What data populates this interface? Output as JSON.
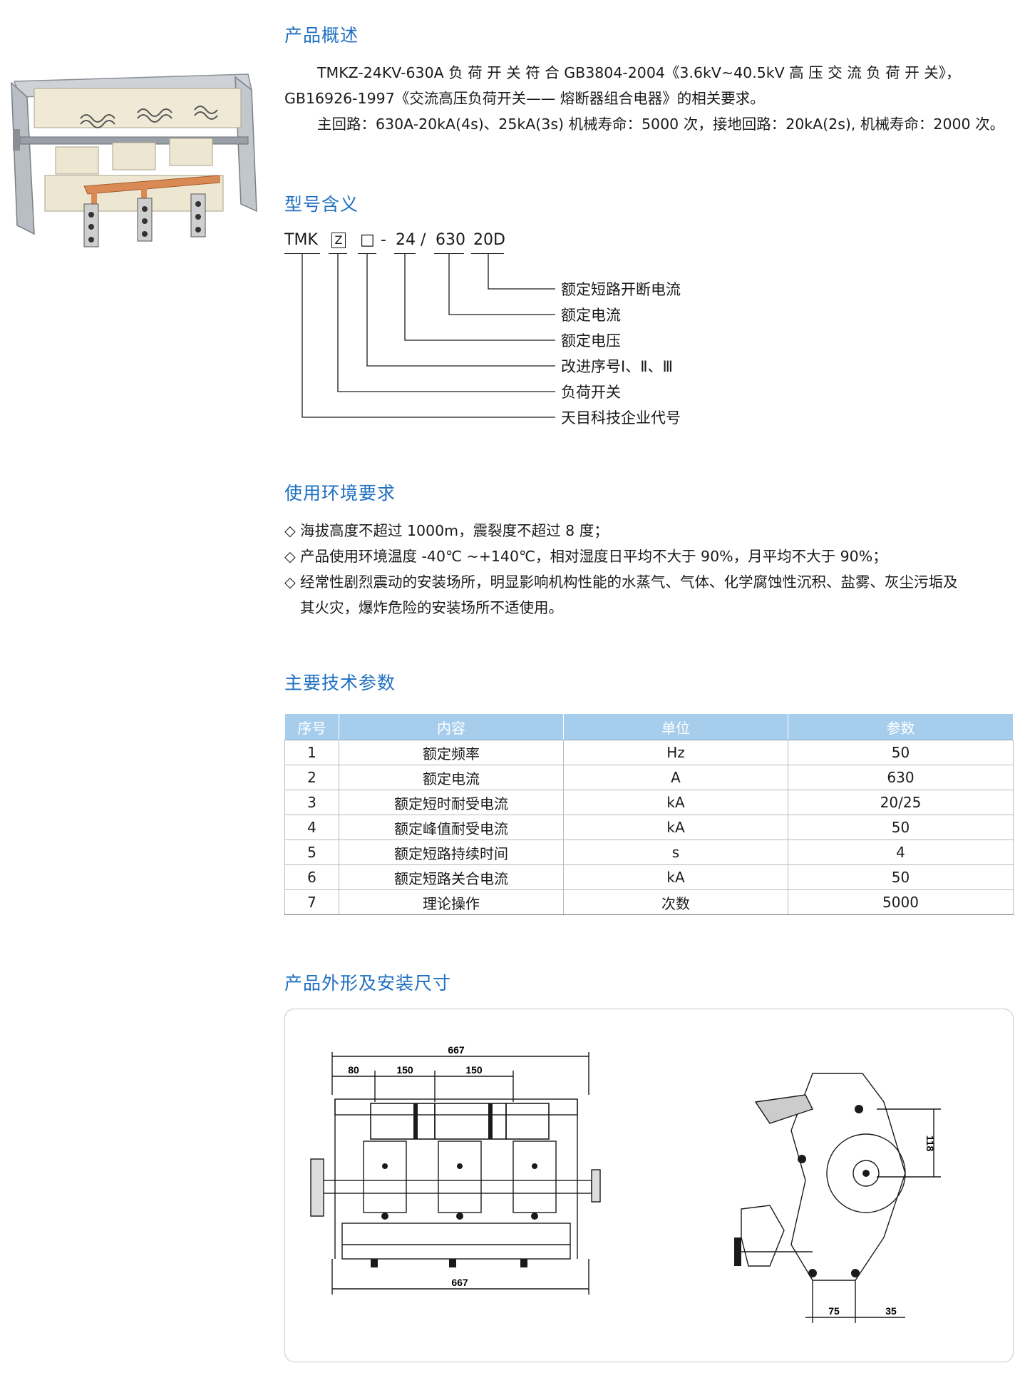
{
  "sections": {
    "overview_title": "产品概述",
    "model_title": "型号含义",
    "env_title": "使用环境要求",
    "params_title": "主要技术参数",
    "outline_title": "产品外形及安装尺寸"
  },
  "overview": {
    "line1": "TMKZ-24KV-630A 负 荷 开 关 符 合 GB3804-2004《3.6kV~40.5kV  高 压 交 流 负 荷 开 关》，",
    "line2": "GB16926-1997《交流高压负荷开关—— 熔断器组合电器》的相关要求。",
    "line3": "主回路：630A-20kA(4s)、25kA(3s) 机械寿命：5000 次，接地回路：20kA(2s), 机械寿命：2000 次。"
  },
  "model": {
    "parts": [
      "TMK",
      "Z",
      "□",
      "-",
      "24",
      "/",
      "630",
      "20D"
    ],
    "meanings": [
      "额定短路开断电流",
      "额定电流",
      "额定电压",
      "改进序号Ⅰ、Ⅱ、Ⅲ",
      "负荷开关",
      "天目科技企业代号"
    ]
  },
  "environment": {
    "bullet_mark": "◇",
    "items": [
      "海拔高度不超过 1000m，震裂度不超过 8 度；",
      "产品使用环境温度 -40℃ ~+140℃，相对湿度日平均不大于 90%，月平均不大于 90%；",
      "经常性剧烈震动的安装场所，明显影响机构性能的水蒸气、气体、化学腐蚀性沉积、盐雾、灰尘污垢及"
    ],
    "continuation": "其火灾，爆炸危险的安装场所不适使用。"
  },
  "table": {
    "headers": [
      "序号",
      "内容",
      "单位",
      "参数"
    ],
    "rows": [
      [
        "1",
        "额定频率",
        "Hz",
        "50"
      ],
      [
        "2",
        "额定电流",
        "A",
        "630"
      ],
      [
        "3",
        "额定短时耐受电流",
        "kA",
        "20/25"
      ],
      [
        "4",
        "额定峰值耐受电流",
        "kA",
        "50"
      ],
      [
        "5",
        "额定短路持续时间",
        "s",
        "4"
      ],
      [
        "6",
        "额定短路关合电流",
        "kA",
        "50"
      ],
      [
        "7",
        "理论操作",
        "次数",
        "5000"
      ]
    ]
  },
  "drawing": {
    "dims_top": [
      "80",
      "150",
      "150"
    ],
    "dim_overall_top": "667",
    "dim_overall_bottom": "667",
    "dim_side_height": "118",
    "dim_side_bottom_left": "75",
    "dim_side_bottom_right": "35"
  },
  "colors": {
    "accent": "#1f6fc0",
    "table_header": "#a7cdec"
  }
}
